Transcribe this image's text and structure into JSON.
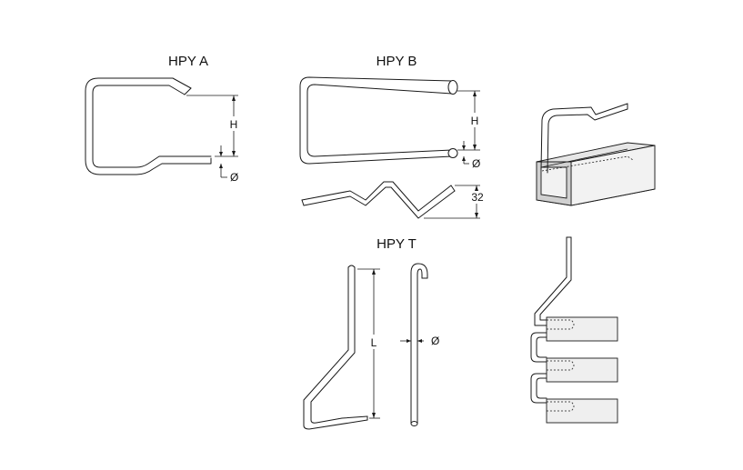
{
  "titles": {
    "hpy_a": "HPY A",
    "hpy_b": "HPY B",
    "hpy_t": "HPY T"
  },
  "dimensions": {
    "a_height": "H",
    "a_diameter": "Ø",
    "b_height": "H",
    "b_diameter": "Ø",
    "b_offset": "32",
    "t_length": "L",
    "t_diameter": "Ø"
  }
}
